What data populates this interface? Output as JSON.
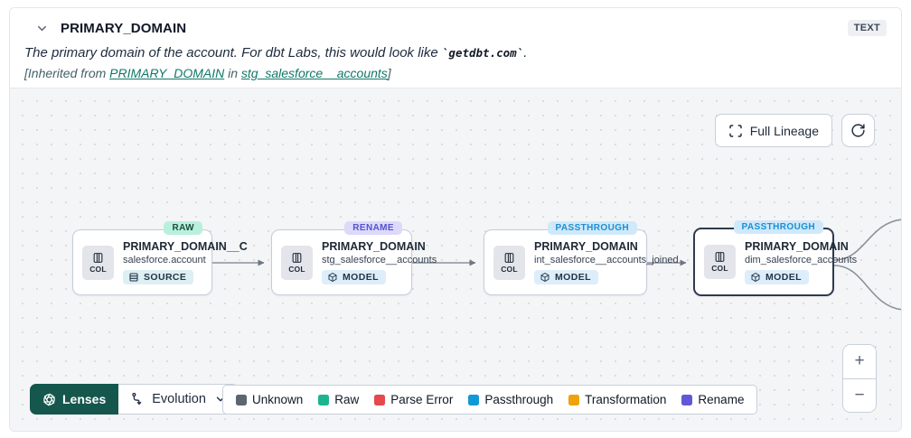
{
  "header": {
    "title": "PRIMARY_DOMAIN",
    "type_badge": "TEXT",
    "description_prefix": "The primary domain of the account. For dbt Labs, this would look like ",
    "description_code": "`getdbt.com`",
    "description_suffix": ".",
    "inherited_prefix": "[Inherited from ",
    "inherited_link_column": "PRIMARY_DOMAIN",
    "inherited_middle": " in ",
    "inherited_link_model": "stg_salesforce__accounts",
    "inherited_suffix": "]"
  },
  "toolbar": {
    "full_lineage_label": "Full Lineage"
  },
  "nodes": [
    {
      "badge": "RAW",
      "title": "PRIMARY_DOMAIN__C",
      "subtitle": "salesforce.account",
      "tag": "SOURCE",
      "col_label": "COL"
    },
    {
      "badge": "RENAME",
      "title": "PRIMARY_DOMAIN",
      "subtitle": "stg_salesforce__accounts",
      "tag": "MODEL",
      "col_label": "COL"
    },
    {
      "badge": "PASSTHROUGH",
      "title": "PRIMARY_DOMAIN",
      "subtitle": "int_salesforce__accounts_joined",
      "tag": "MODEL",
      "col_label": "COL"
    },
    {
      "badge": "PASSTHROUGH",
      "title": "PRIMARY_DOMAIN",
      "subtitle": "dim_salesforce_accounts",
      "tag": "MODEL",
      "col_label": "COL"
    }
  ],
  "footer": {
    "lenses_label": "Lenses",
    "lens_selected": "Evolution",
    "legend": [
      {
        "label": "Unknown",
        "color": "#5d6570"
      },
      {
        "label": "Raw",
        "color": "#1cb48e"
      },
      {
        "label": "Parse Error",
        "color": "#e5484d"
      },
      {
        "label": "Passthrough",
        "color": "#1199d6"
      },
      {
        "label": "Transformation",
        "color": "#eda309"
      },
      {
        "label": "Rename",
        "color": "#6158d6"
      }
    ]
  },
  "zoom": {
    "in_label": "+",
    "out_label": "−"
  },
  "colors": {
    "link_teal": "#0f7867",
    "lenses_button": "#15574d",
    "badge_raw_bg": "#b9f0dc",
    "badge_rename_bg": "#dcd9fb",
    "badge_passthrough_bg": "#cfe9fa",
    "canvas_bg": "#f4f5f7"
  }
}
